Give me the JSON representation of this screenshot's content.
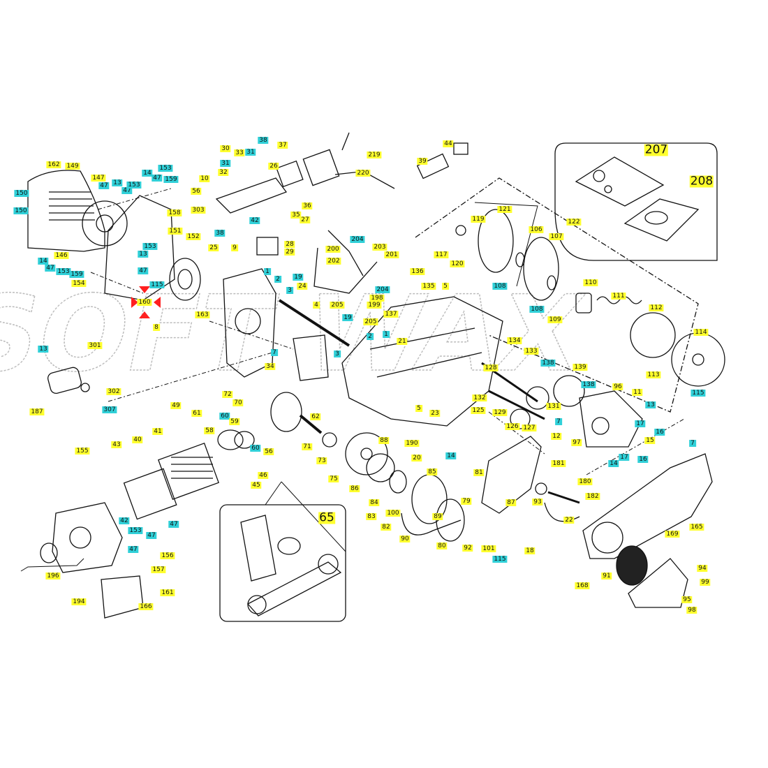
{
  "diagram": {
    "title": "Exploded engine parts diagram",
    "watermark": "SOFT WAX",
    "colors": {
      "yellow_tag": "#ffff2e",
      "cyan_tag": "#30d0d8",
      "highlight_arrow": "#ff2020",
      "line": "#111111"
    },
    "labels": [
      {
        "t": "162",
        "c": "y"
      },
      {
        "t": "149",
        "c": "y"
      },
      {
        "t": "150",
        "c": "c"
      },
      {
        "t": "150",
        "c": "c"
      },
      {
        "t": "147",
        "c": "y"
      },
      {
        "t": "47",
        "c": "c"
      },
      {
        "t": "13",
        "c": "c"
      },
      {
        "t": "47",
        "c": "c"
      },
      {
        "t": "153",
        "c": "c"
      },
      {
        "t": "14",
        "c": "c"
      },
      {
        "t": "47",
        "c": "c"
      },
      {
        "t": "153",
        "c": "c"
      },
      {
        "t": "159",
        "c": "c"
      },
      {
        "t": "158",
        "c": "y"
      },
      {
        "t": "151",
        "c": "y"
      },
      {
        "t": "146",
        "c": "y"
      },
      {
        "t": "14",
        "c": "c"
      },
      {
        "t": "47",
        "c": "c"
      },
      {
        "t": "153",
        "c": "c"
      },
      {
        "t": "159",
        "c": "c"
      },
      {
        "t": "154",
        "c": "y"
      },
      {
        "t": "153",
        "c": "c"
      },
      {
        "t": "13",
        "c": "c"
      },
      {
        "t": "47",
        "c": "c"
      },
      {
        "t": "115",
        "c": "c"
      },
      {
        "t": "160",
        "c": "y"
      },
      {
        "t": "152",
        "c": "y"
      },
      {
        "t": "38",
        "c": "c"
      },
      {
        "t": "25",
        "c": "y"
      },
      {
        "t": "9",
        "c": "y"
      },
      {
        "t": "163",
        "c": "y"
      },
      {
        "t": "8",
        "c": "y"
      },
      {
        "t": "30",
        "c": "y"
      },
      {
        "t": "31",
        "c": "c"
      },
      {
        "t": "32",
        "c": "y"
      },
      {
        "t": "33",
        "c": "y"
      },
      {
        "t": "31",
        "c": "c"
      },
      {
        "t": "38",
        "c": "c"
      },
      {
        "t": "10",
        "c": "y"
      },
      {
        "t": "56",
        "c": "y"
      },
      {
        "t": "303",
        "c": "y"
      },
      {
        "t": "42",
        "c": "c"
      },
      {
        "t": "37",
        "c": "y"
      },
      {
        "t": "26",
        "c": "y"
      },
      {
        "t": "36",
        "c": "y"
      },
      {
        "t": "35",
        "c": "y"
      },
      {
        "t": "27",
        "c": "y"
      },
      {
        "t": "28",
        "c": "y"
      },
      {
        "t": "29",
        "c": "y"
      },
      {
        "t": "219",
        "c": "y"
      },
      {
        "t": "220",
        "c": "y"
      },
      {
        "t": "44",
        "c": "y"
      },
      {
        "t": "39",
        "c": "y"
      },
      {
        "t": "204",
        "c": "c"
      },
      {
        "t": "200",
        "c": "y"
      },
      {
        "t": "203",
        "c": "y"
      },
      {
        "t": "201",
        "c": "y"
      },
      {
        "t": "202",
        "c": "y"
      },
      {
        "t": "1",
        "c": "c"
      },
      {
        "t": "2",
        "c": "c"
      },
      {
        "t": "19",
        "c": "c"
      },
      {
        "t": "3",
        "c": "c"
      },
      {
        "t": "24",
        "c": "y"
      },
      {
        "t": "4",
        "c": "y"
      },
      {
        "t": "205",
        "c": "y"
      },
      {
        "t": "198",
        "c": "y"
      },
      {
        "t": "204",
        "c": "c"
      },
      {
        "t": "199",
        "c": "y"
      },
      {
        "t": "136",
        "c": "y"
      },
      {
        "t": "135",
        "c": "y"
      },
      {
        "t": "5",
        "c": "y"
      },
      {
        "t": "137",
        "c": "y"
      },
      {
        "t": "19",
        "c": "c"
      },
      {
        "t": "205",
        "c": "y"
      },
      {
        "t": "2",
        "c": "c"
      },
      {
        "t": "1",
        "c": "c"
      },
      {
        "t": "21",
        "c": "y"
      },
      {
        "t": "3",
        "c": "c"
      },
      {
        "t": "7",
        "c": "c"
      },
      {
        "t": "34",
        "c": "y"
      },
      {
        "t": "121",
        "c": "y"
      },
      {
        "t": "119",
        "c": "y"
      },
      {
        "t": "117",
        "c": "y"
      },
      {
        "t": "120",
        "c": "y"
      },
      {
        "t": "106",
        "c": "y"
      },
      {
        "t": "107",
        "c": "y"
      },
      {
        "t": "122",
        "c": "y"
      },
      {
        "t": "108",
        "c": "c"
      },
      {
        "t": "108",
        "c": "c"
      },
      {
        "t": "109",
        "c": "y"
      },
      {
        "t": "110",
        "c": "y"
      },
      {
        "t": "111",
        "c": "y"
      },
      {
        "t": "112",
        "c": "y"
      },
      {
        "t": "113",
        "c": "y"
      },
      {
        "t": "114",
        "c": "y"
      },
      {
        "t": "115",
        "c": "c"
      },
      {
        "t": "134",
        "c": "y"
      },
      {
        "t": "133",
        "c": "y"
      },
      {
        "t": "128",
        "c": "y"
      },
      {
        "t": "138",
        "c": "c"
      },
      {
        "t": "139",
        "c": "y"
      },
      {
        "t": "132",
        "c": "y"
      },
      {
        "t": "125",
        "c": "y"
      },
      {
        "t": "129",
        "c": "y"
      },
      {
        "t": "131",
        "c": "y"
      },
      {
        "t": "138",
        "c": "c"
      },
      {
        "t": "96",
        "c": "y"
      },
      {
        "t": "11",
        "c": "y"
      },
      {
        "t": "13",
        "c": "c"
      },
      {
        "t": "7",
        "c": "c"
      },
      {
        "t": "17",
        "c": "c"
      },
      {
        "t": "16",
        "c": "c"
      },
      {
        "t": "126",
        "c": "y"
      },
      {
        "t": "127",
        "c": "y"
      },
      {
        "t": "12",
        "c": "y"
      },
      {
        "t": "97",
        "c": "y"
      },
      {
        "t": "15",
        "c": "y"
      },
      {
        "t": "17",
        "c": "c"
      },
      {
        "t": "16",
        "c": "c"
      },
      {
        "t": "14",
        "c": "c"
      },
      {
        "t": "7",
        "c": "c"
      },
      {
        "t": "207",
        "c": "big"
      },
      {
        "t": "208",
        "c": "big"
      },
      {
        "t": "301",
        "c": "y"
      },
      {
        "t": "13",
        "c": "c"
      },
      {
        "t": "302",
        "c": "y"
      },
      {
        "t": "187",
        "c": "y"
      },
      {
        "t": "307",
        "c": "c"
      },
      {
        "t": "72",
        "c": "y"
      },
      {
        "t": "70",
        "c": "y"
      },
      {
        "t": "49",
        "c": "y"
      },
      {
        "t": "61",
        "c": "y"
      },
      {
        "t": "60",
        "c": "c"
      },
      {
        "t": "59",
        "c": "y"
      },
      {
        "t": "58",
        "c": "y"
      },
      {
        "t": "60",
        "c": "c"
      },
      {
        "t": "56",
        "c": "y"
      },
      {
        "t": "62",
        "c": "y"
      },
      {
        "t": "41",
        "c": "y"
      },
      {
        "t": "40",
        "c": "y"
      },
      {
        "t": "43",
        "c": "y"
      },
      {
        "t": "155",
        "c": "y"
      },
      {
        "t": "46",
        "c": "y"
      },
      {
        "t": "45",
        "c": "y"
      },
      {
        "t": "71",
        "c": "y"
      },
      {
        "t": "73",
        "c": "y"
      },
      {
        "t": "75",
        "c": "y"
      },
      {
        "t": "88",
        "c": "y"
      },
      {
        "t": "86",
        "c": "y"
      },
      {
        "t": "23",
        "c": "y"
      },
      {
        "t": "5",
        "c": "y"
      },
      {
        "t": "190",
        "c": "y"
      },
      {
        "t": "20",
        "c": "y"
      },
      {
        "t": "14",
        "c": "c"
      },
      {
        "t": "85",
        "c": "y"
      },
      {
        "t": "81",
        "c": "y"
      },
      {
        "t": "181",
        "c": "y"
      },
      {
        "t": "180",
        "c": "y"
      },
      {
        "t": "182",
        "c": "y"
      },
      {
        "t": "84",
        "c": "y"
      },
      {
        "t": "83",
        "c": "y"
      },
      {
        "t": "100",
        "c": "y"
      },
      {
        "t": "82",
        "c": "y"
      },
      {
        "t": "89",
        "c": "y"
      },
      {
        "t": "79",
        "c": "y"
      },
      {
        "t": "87",
        "c": "y"
      },
      {
        "t": "93",
        "c": "y"
      },
      {
        "t": "22",
        "c": "y"
      },
      {
        "t": "90",
        "c": "y"
      },
      {
        "t": "80",
        "c": "y"
      },
      {
        "t": "92",
        "c": "y"
      },
      {
        "t": "101",
        "c": "y"
      },
      {
        "t": "115",
        "c": "c"
      },
      {
        "t": "18",
        "c": "y"
      },
      {
        "t": "165",
        "c": "y"
      },
      {
        "t": "169",
        "c": "y"
      },
      {
        "t": "91",
        "c": "y"
      },
      {
        "t": "94",
        "c": "y"
      },
      {
        "t": "99",
        "c": "y"
      },
      {
        "t": "168",
        "c": "y"
      },
      {
        "t": "95",
        "c": "y"
      },
      {
        "t": "98",
        "c": "y"
      },
      {
        "t": "42",
        "c": "c"
      },
      {
        "t": "47",
        "c": "c"
      },
      {
        "t": "153",
        "c": "c"
      },
      {
        "t": "47",
        "c": "c"
      },
      {
        "t": "156",
        "c": "y"
      },
      {
        "t": "47",
        "c": "c"
      },
      {
        "t": "157",
        "c": "y"
      },
      {
        "t": "196",
        "c": "y"
      },
      {
        "t": "194",
        "c": "y"
      },
      {
        "t": "161",
        "c": "y"
      },
      {
        "t": "166",
        "c": "y"
      },
      {
        "t": "65",
        "c": "big"
      }
    ]
  }
}
